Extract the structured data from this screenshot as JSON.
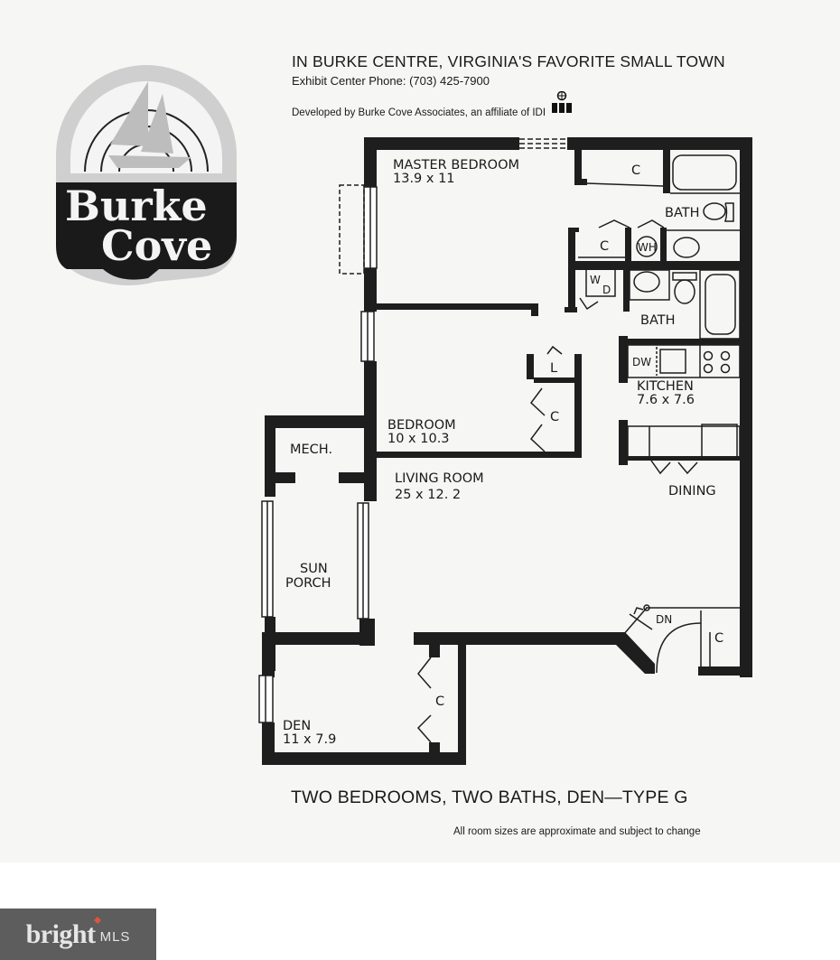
{
  "header": {
    "headline": "IN BURKE CENTRE, VIRGINIA'S FAVORITE SMALL TOWN",
    "phone_line": "Exhibit Center Phone: (703) 425-7900",
    "developer_line": "Developed by Burke Cove Associates, an affiliate of IDI"
  },
  "logo": {
    "line1": "Burke",
    "line2": "Cove",
    "icon": "sailboat-icon"
  },
  "rooms": {
    "master_bedroom": {
      "name": "MASTER BEDROOM",
      "size": "13.9 x 11"
    },
    "bedroom": {
      "name": "BEDROOM",
      "size": "10 x 10.3"
    },
    "living_room": {
      "name": "LIVING ROOM",
      "size": "25 x 12. 2"
    },
    "kitchen": {
      "name": "KITCHEN",
      "size": "7.6 x 7.6"
    },
    "dining": {
      "name": "DINING"
    },
    "bath1": {
      "name": "BATH"
    },
    "bath2": {
      "name": "BATH"
    },
    "mech": {
      "name": "MECH."
    },
    "sun_porch": {
      "name_line1": "SUN",
      "name_line2": "PORCH"
    },
    "den": {
      "name": "DEN",
      "size": "11 x 7.9"
    }
  },
  "fixtures": {
    "closet": "C",
    "linen": "L",
    "water_heater": "WH",
    "washer_dryer_w": "W",
    "washer_dryer_d": "D",
    "dishwasher": "DW",
    "stairs_down": "DN"
  },
  "footer": {
    "title": "TWO BEDROOMS, TWO BATHS, DEN—TYPE G",
    "note": "All room sizes are approximate and subject to change"
  },
  "watermark": {
    "brand": "bright",
    "suffix": "MLS",
    "accent_color": "#e0533d"
  },
  "colors": {
    "wall": "#1e1e1e",
    "paper": "#f6f6f4",
    "logo_gray": "#c9c9c9",
    "logo_dark": "#1a1a1a"
  }
}
